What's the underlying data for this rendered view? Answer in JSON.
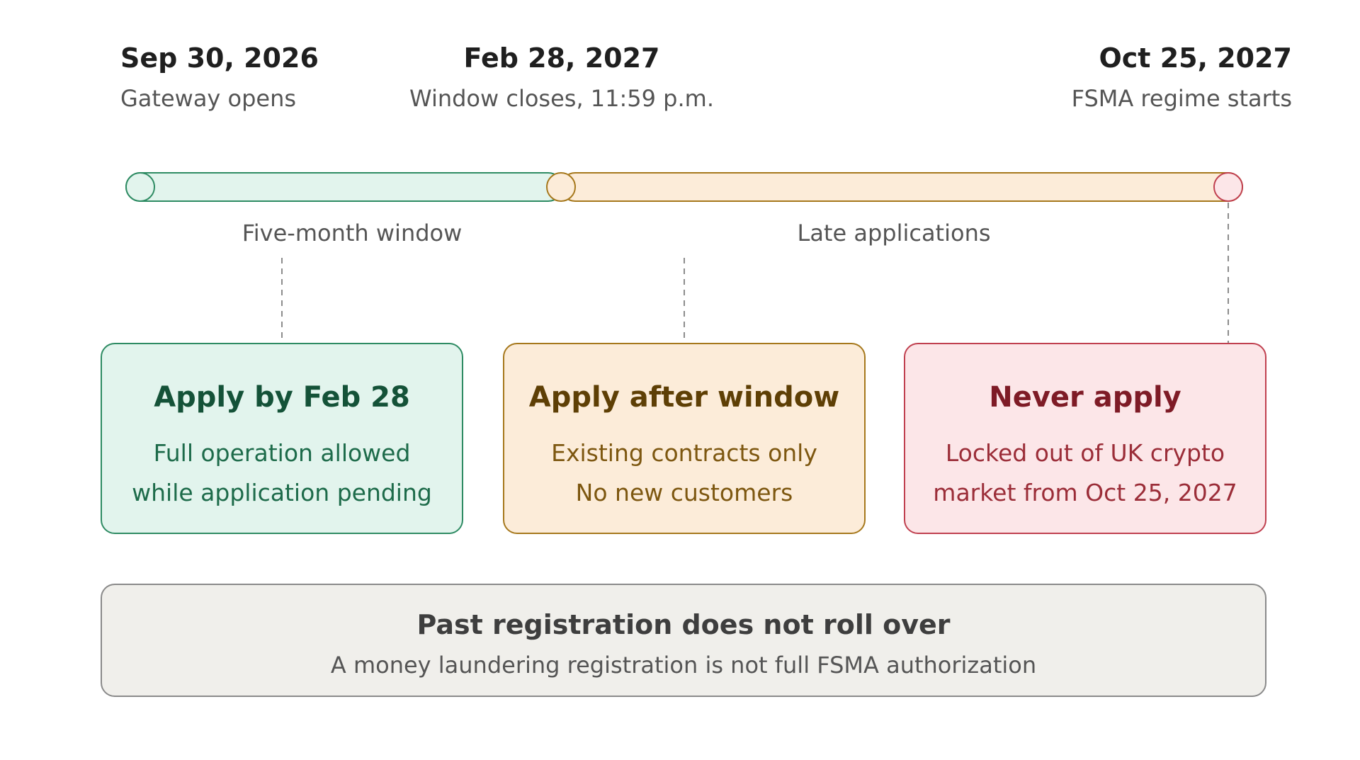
{
  "milestones": [
    {
      "date": "Sep 30, 2026",
      "label": "Gateway opens"
    },
    {
      "date": "Feb 28, 2027",
      "label": "Window closes, 11:59 p.m."
    },
    {
      "date": "Oct 25, 2027",
      "label": "FSMA regime starts"
    }
  ],
  "segments": [
    {
      "label": "Five-month window"
    },
    {
      "label": "Late applications"
    }
  ],
  "cards": [
    {
      "title": "Apply by Feb 28",
      "line1": "Full operation allowed",
      "line2": "while application pending"
    },
    {
      "title": "Apply after window",
      "line1": "Existing contracts only",
      "line2": "No new customers"
    },
    {
      "title": "Never apply",
      "line1": "Locked out of UK crypto",
      "line2": "market from Oct 25, 2027"
    }
  ],
  "note": {
    "title": "Past registration does not roll over",
    "text": "A money laundering registration is not full FSMA authorization"
  },
  "colors": {
    "green_fill": "#e2f4ed",
    "green_stroke": "#2e8b63",
    "green_text": "#1d6b4a",
    "green_title": "#145238",
    "amber_fill": "#fcecd9",
    "amber_stroke": "#a6781c",
    "amber_text": "#7d5710",
    "amber_title": "#5e3f05",
    "red_fill": "#fce6e8",
    "red_stroke": "#c0404f",
    "red_text": "#9b2d38",
    "red_title": "#7e1b26",
    "gray_text": "#555555"
  }
}
